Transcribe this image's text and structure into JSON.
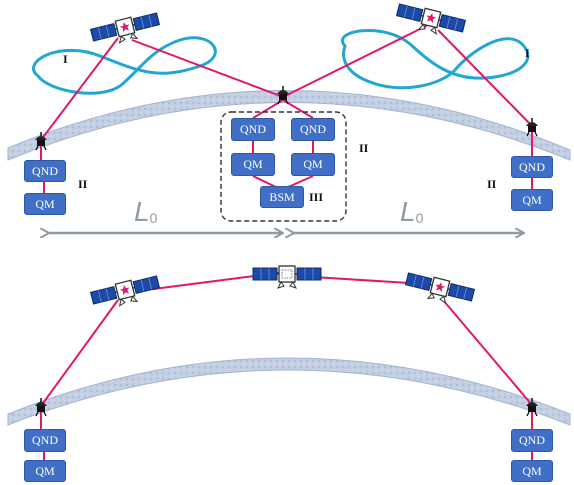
{
  "colors": {
    "link": "#e0186b",
    "orbit": "#23a6d5",
    "earth": "#b9c7df",
    "module": "#3f6fc6",
    "panel": "#1b4aa8",
    "arrow": "#8e9aa4"
  },
  "top": {
    "left_station": {
      "qnd": "QND",
      "qm": "QM",
      "tier": "II"
    },
    "right_station": {
      "qnd": "QND",
      "qm": "QM",
      "tier": "II"
    },
    "center_node": {
      "left": {
        "qnd": "QND",
        "qm": "QM"
      },
      "right": {
        "qnd": "QND",
        "qm": "QM"
      },
      "bsm": "BSM",
      "tier_bsm": "III",
      "tier_group": "II"
    },
    "orbit_left_label": "I",
    "orbit_right_label": "I",
    "distance_left": "L",
    "distance_left_sub": "0",
    "distance_right": "L",
    "distance_right_sub": "0"
  },
  "bottom": {
    "left_station": {
      "qnd": "QND",
      "qm": "QM"
    },
    "right_station": {
      "qnd": "QND",
      "qm": "QM"
    }
  }
}
